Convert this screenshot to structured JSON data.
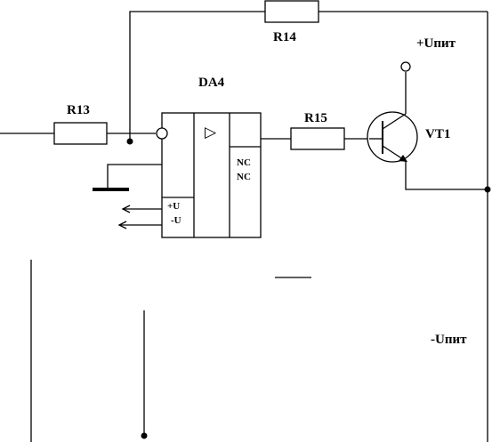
{
  "labels": {
    "r14": "R14",
    "r13": "R13",
    "r15": "R15",
    "da4": "DA4",
    "vt1": "VT1",
    "supply_pos": "+Uпит",
    "supply_neg": "-Uпит",
    "pin_pos": "+U",
    "pin_neg": "-U",
    "nc1": "NC",
    "nc2": "NC",
    "opamp_symbol": "▷"
  }
}
